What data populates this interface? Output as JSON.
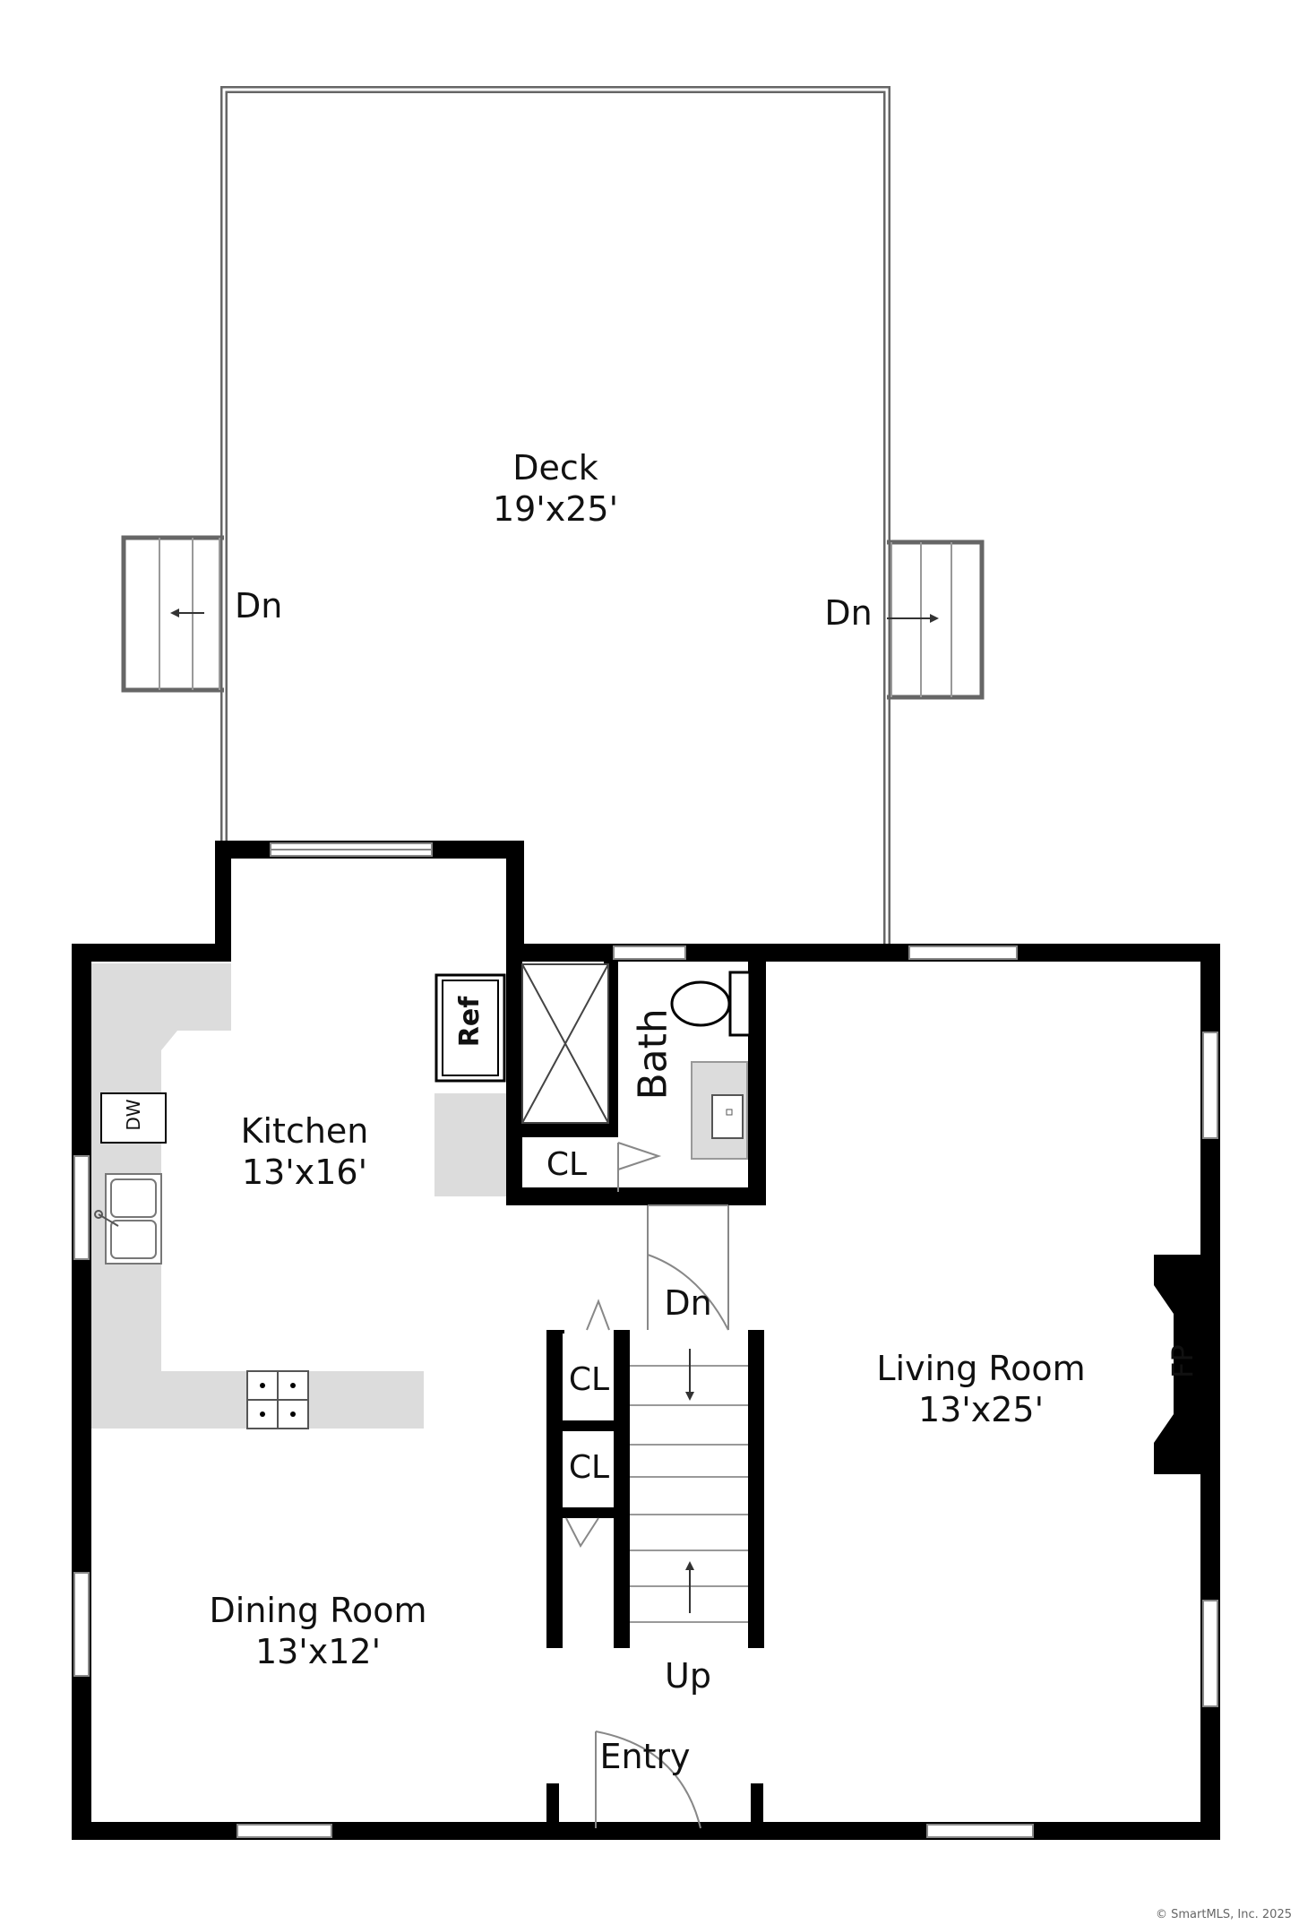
{
  "rooms": {
    "deck": {
      "name": "Deck",
      "size": "19'x25'"
    },
    "kitchen": {
      "name": "Kitchen",
      "size": "13'x16'"
    },
    "dining": {
      "name": "Dining Room",
      "size": "13'x12'"
    },
    "living": {
      "name": "Living Room",
      "size": "13'x25'"
    },
    "bath": {
      "name": "Bath"
    }
  },
  "labels": {
    "dn_left": "Dn",
    "dn_right": "Dn",
    "dn_stairs": "Dn",
    "up_stairs": "Up",
    "entry": "Entry",
    "cl_bath": "CL",
    "cl_upper": "CL",
    "cl_lower": "CL",
    "ref": "Ref",
    "dw": "DW",
    "fp": "FP"
  },
  "footer": {
    "copyright": "© SmartMLS, Inc. 2025"
  }
}
